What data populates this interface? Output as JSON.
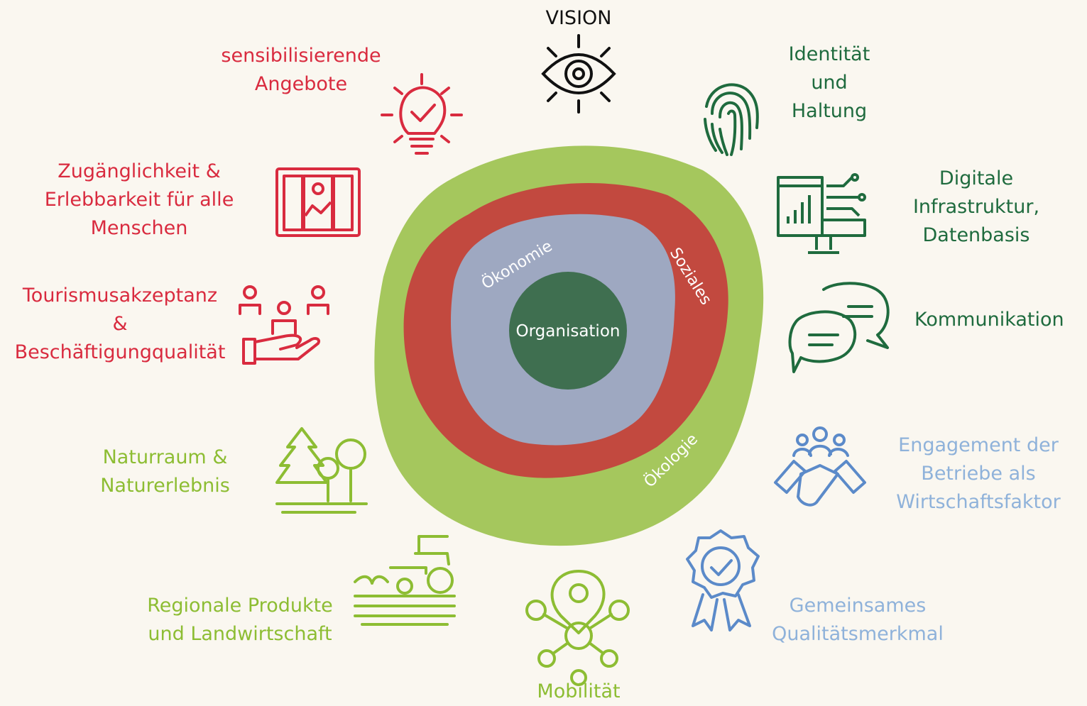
{
  "labels": {
    "vision": "VISION",
    "angebote": "sensibilisierende\nAngebote",
    "identitaet": "Identität\nund\nHaltung",
    "zugaenglichkeit": "Zugänglichkeit &\nErlebbarkeit für alle\nMenschen",
    "digitale": "Digitale\nInfrastruktur,\nDatenbasis",
    "tourismus": "Tourismusakzeptanz\n&\nBeschäftigungqualität",
    "kommunikation": "Kommunikation",
    "naturraum": "Naturraum &\nNaturerlebnis",
    "engagement": "Engagement der\nBetriebe als\nWirtschaftsfaktor",
    "regionale": "Regionale Produkte\nund Landwirtschaft",
    "gemeinsames": "Gemeinsames\nQualitätsmerkmal",
    "mobilitaet": "Mobilität"
  },
  "rings": {
    "organisation": "Organisation",
    "oekonomie": "Ökonomie",
    "soziales": "Soziales",
    "oekologie": "Ökologie"
  },
  "colors": {
    "background": "#faf7f0",
    "ring_outer": "#a5c75d",
    "ring_social": "#c2493f",
    "ring_economy": "#9ea8c1",
    "core": "#3f6f50",
    "red": "#d92b3f",
    "dark_green": "#1f6b3e",
    "light_green": "#8dbd33",
    "blue": "#5b8ac9"
  },
  "icons": [
    "eye-icon",
    "lightbulb-check-icon",
    "fingerprint-icon",
    "window-landscape-icon",
    "analytics-monitor-icon",
    "people-hand-icon",
    "chat-bubbles-icon",
    "nature-trees-icon",
    "handshake-team-icon",
    "tractor-field-icon",
    "quality-badge-icon",
    "mobility-network-icon"
  ]
}
